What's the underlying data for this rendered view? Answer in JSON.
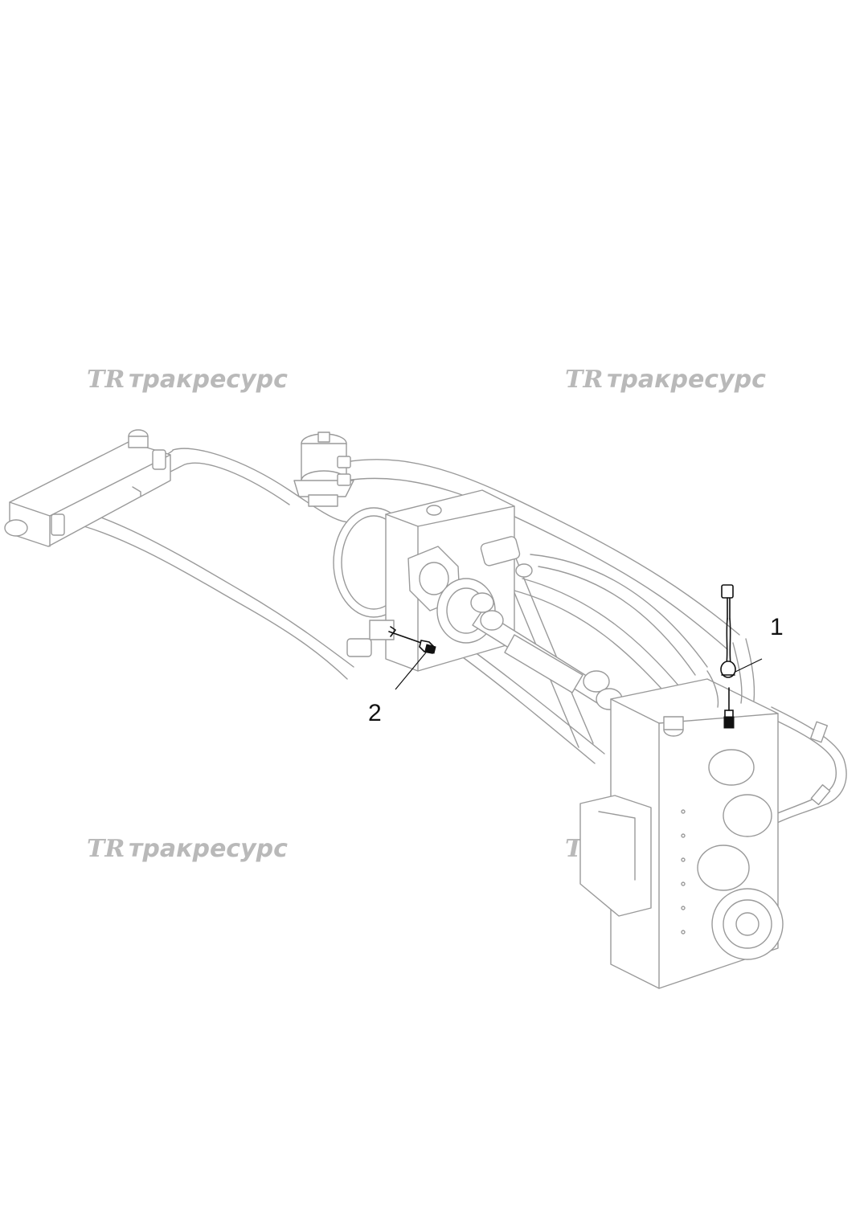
{
  "callouts": [
    {
      "label": "1"
    },
    {
      "label": "2"
    }
  ],
  "watermark": {
    "logo": "TR",
    "text": "тракресурс"
  },
  "colors": {
    "outline": "#9a9a9a",
    "highlight": "#111111",
    "watermark": "#b9b9b9",
    "background": "#ffffff"
  }
}
